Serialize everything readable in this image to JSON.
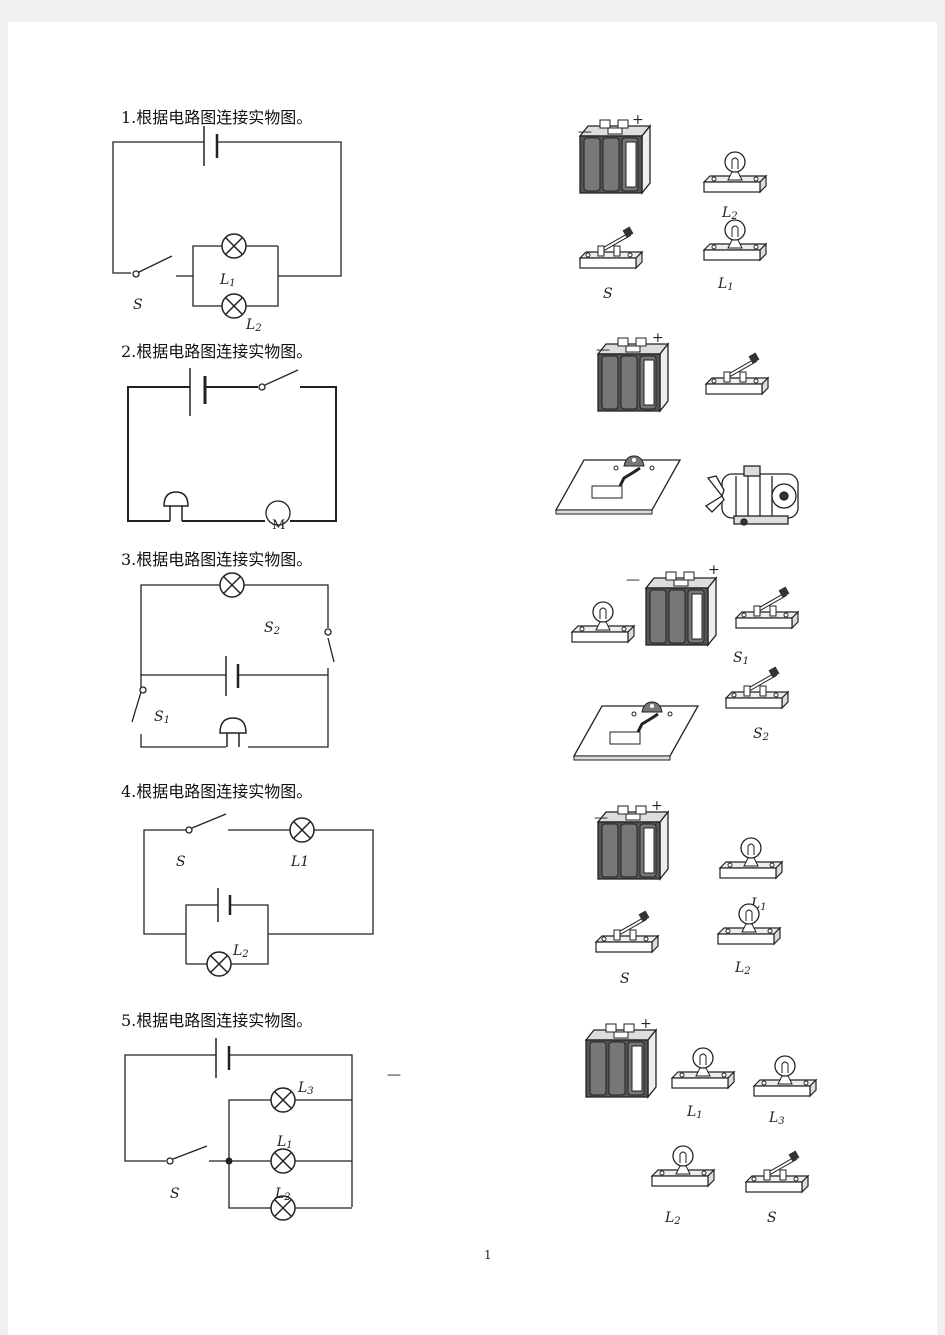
{
  "questions": [
    {
      "n": "1.",
      "text": "根据电路图连接实物图。"
    },
    {
      "n": "2.",
      "text": "根据电路图连接实物图。"
    },
    {
      "n": "3.",
      "text": "根据电路图连接实物图。"
    },
    {
      "n": "4.",
      "text": "根据电路图连接实物图。"
    },
    {
      "n": "5.",
      "text": "根据电路图连接实物图。"
    }
  ],
  "labels": {
    "S": "S",
    "L": "L",
    "M": "M",
    "sub1": "1",
    "sub2": "2",
    "sub3": "3",
    "L1plain": "L1",
    "plus": "+",
    "minus": "—"
  },
  "page_number": "1"
}
